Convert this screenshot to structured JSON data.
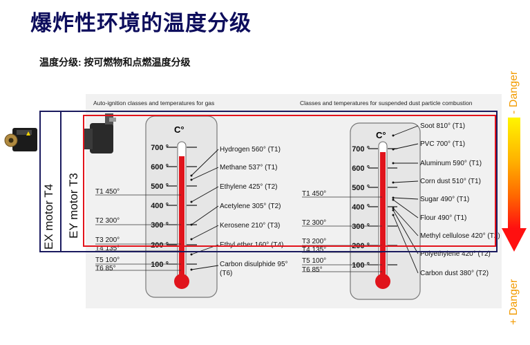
{
  "title": "爆炸性环境的温度分级",
  "subtitle": "温度分级: 按可燃物和点燃温度分级",
  "gas_caption": "Auto-ignition classes and temperatures for gas",
  "dust_caption": "Classes and temperatures for suspended dust particle combustion",
  "ex_motor_label": "EX motor T4",
  "ey_motor_label": "EY motor T3",
  "danger_low_label": "- Danger",
  "danger_high_label": "+ Danger",
  "unit": "C°",
  "scale": [
    "700 °",
    "600 °",
    "500 °",
    "400 °",
    "300 °",
    "200 °",
    "100 °"
  ],
  "t_classes": [
    "T1 450°",
    "T2 300°",
    "T3 200°",
    "T4 135°",
    "T5 100°",
    "T6 85°"
  ],
  "gases": [
    "Hydrogen 560° (T1)",
    "Methane 537° (T1)",
    "Ethylene 425° (T2)",
    "Acetylene 305° (T2)",
    "Kerosene 210° (T3)",
    "Ethyl ether 160° (T4)",
    "Carbon disulphide 95°",
    "(T6)"
  ],
  "dusts": [
    "Soot 810° (T1)",
    "PVC 700° (T1)",
    "Aluminum 590° (T1)",
    "Corn dust 510° (T1)",
    "Sugar 490° (T1)",
    "Flour 490° (T1)",
    "Methyl cellulose 420° (T2)",
    "Polyethylene 420° (T2)",
    "Carbon dust 380° (T2)"
  ]
}
